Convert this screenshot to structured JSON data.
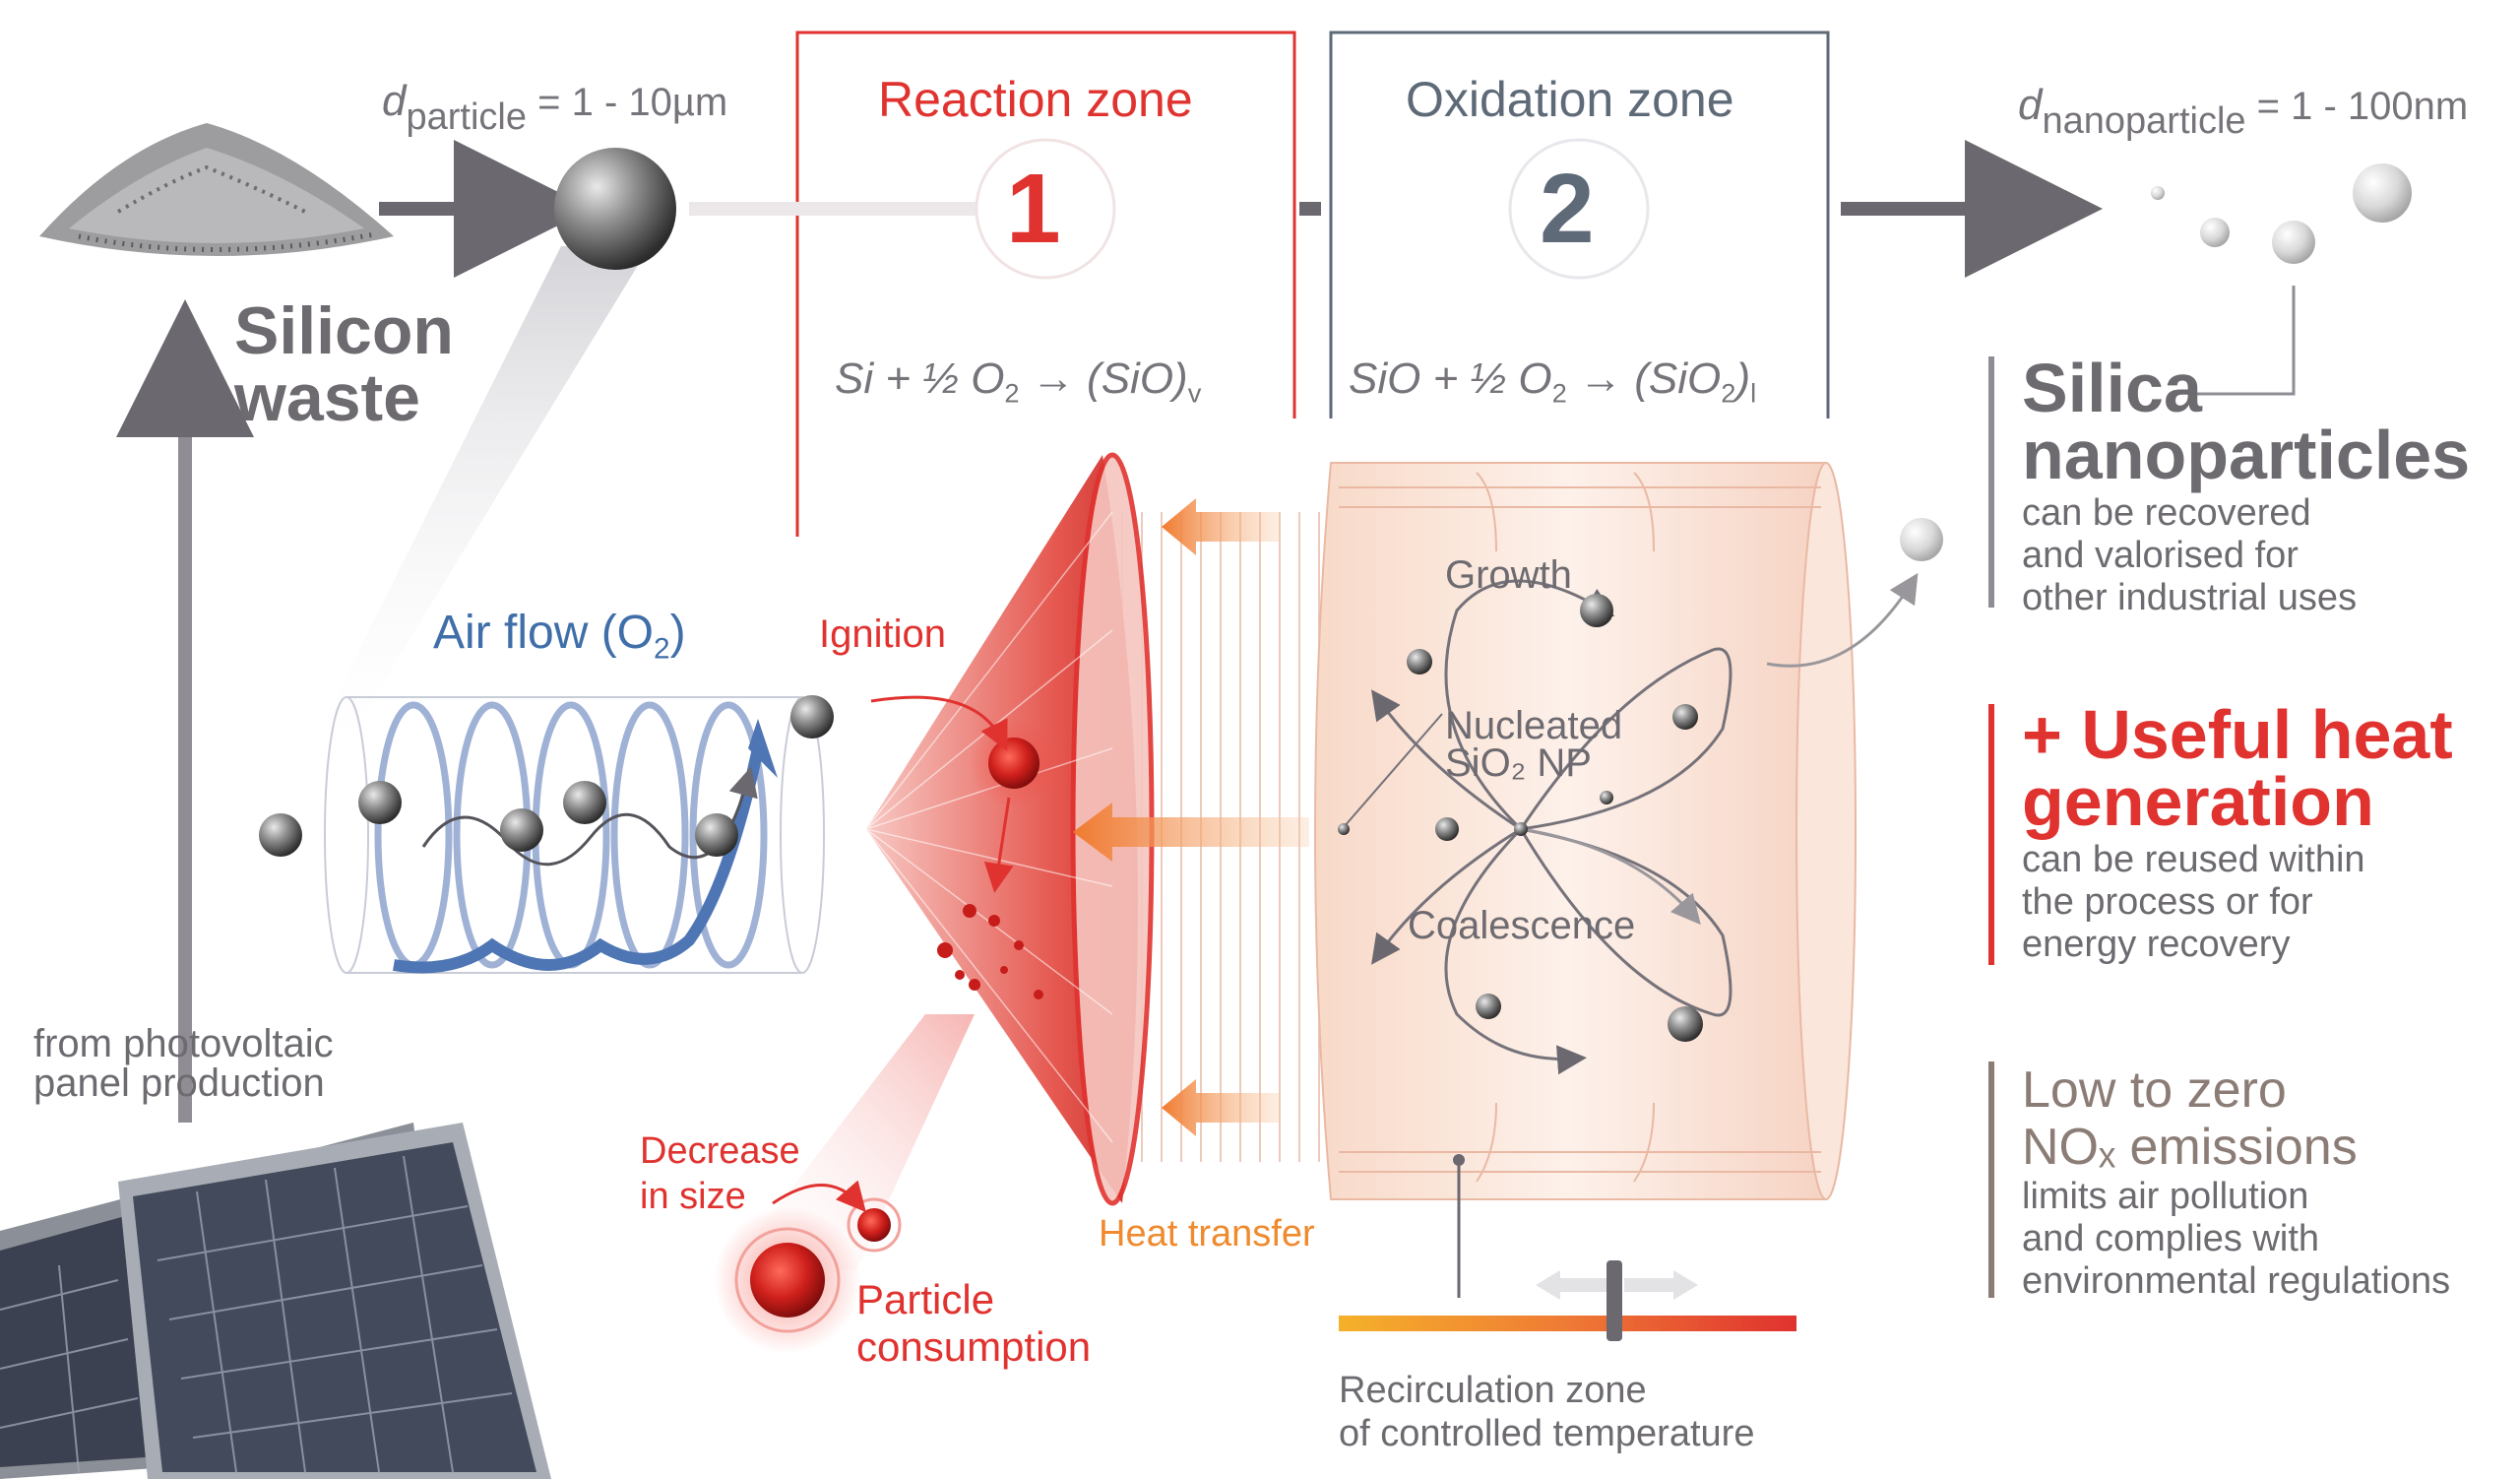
{
  "particle_size": {
    "symbol": "d",
    "subscript": "particle",
    "value": "= 1 - 10µm"
  },
  "nanoparticle_size": {
    "symbol": "d",
    "subscript": "nanoparticle",
    "value": "= 1 - 100nm"
  },
  "silicon_waste": {
    "line1": "Silicon",
    "line2": "waste"
  },
  "source": {
    "line1": "from photovoltaic",
    "line2": "panel production"
  },
  "reaction_zone": {
    "title": "Reaction zone",
    "number": "1",
    "equation": {
      "lhs": "Si + ½ O",
      "sub1": "2",
      "arrow": " → (SiO)",
      "sub2": "v"
    }
  },
  "oxidation_zone": {
    "title": "Oxidation zone",
    "number": "2",
    "equation": {
      "lhs": "SiO + ½ O",
      "sub1": "2",
      "arrow": " → (SiO",
      "sub2": "2",
      "close": ")",
      "sub3": "l"
    }
  },
  "air_flow": {
    "label": "Air flow (O",
    "sub": "2",
    "close": ")"
  },
  "ignition": "Ignition",
  "decrease": {
    "line1": "Decrease",
    "line2": "in size"
  },
  "particle_consumption": {
    "line1": "Particle",
    "line2": "consumption"
  },
  "heat_transfer": "Heat transfer",
  "growth": "Growth",
  "nucleated": {
    "line1": "Nucleated",
    "line2": "SiO₂ NP"
  },
  "coalescence": "Coalescence",
  "recirculation": {
    "line1": "Recirculation zone",
    "line2": "of controlled temperature"
  },
  "silica": {
    "title1": "Silica",
    "title2": "nanoparticles",
    "desc1": "can be recovered",
    "desc2": "and valorised for",
    "desc3": "other industrial uses"
  },
  "heat": {
    "title1": "+ Useful heat",
    "title2": "generation",
    "desc1": "can be reused within",
    "desc2": "the process or for",
    "desc3": "energy recovery"
  },
  "nox": {
    "title1": "Low to zero",
    "title2": "NOₓ emissions",
    "desc1": "limits air pollution",
    "desc2": "and complies with",
    "desc3": "environmental regulations"
  },
  "colors": {
    "red": "#e0322f",
    "gray": "#6d6a70",
    "slate": "#5e6a78",
    "blue": "#3f6ea8",
    "orange": "#ef8a2e",
    "brown": "#8b7c76"
  }
}
